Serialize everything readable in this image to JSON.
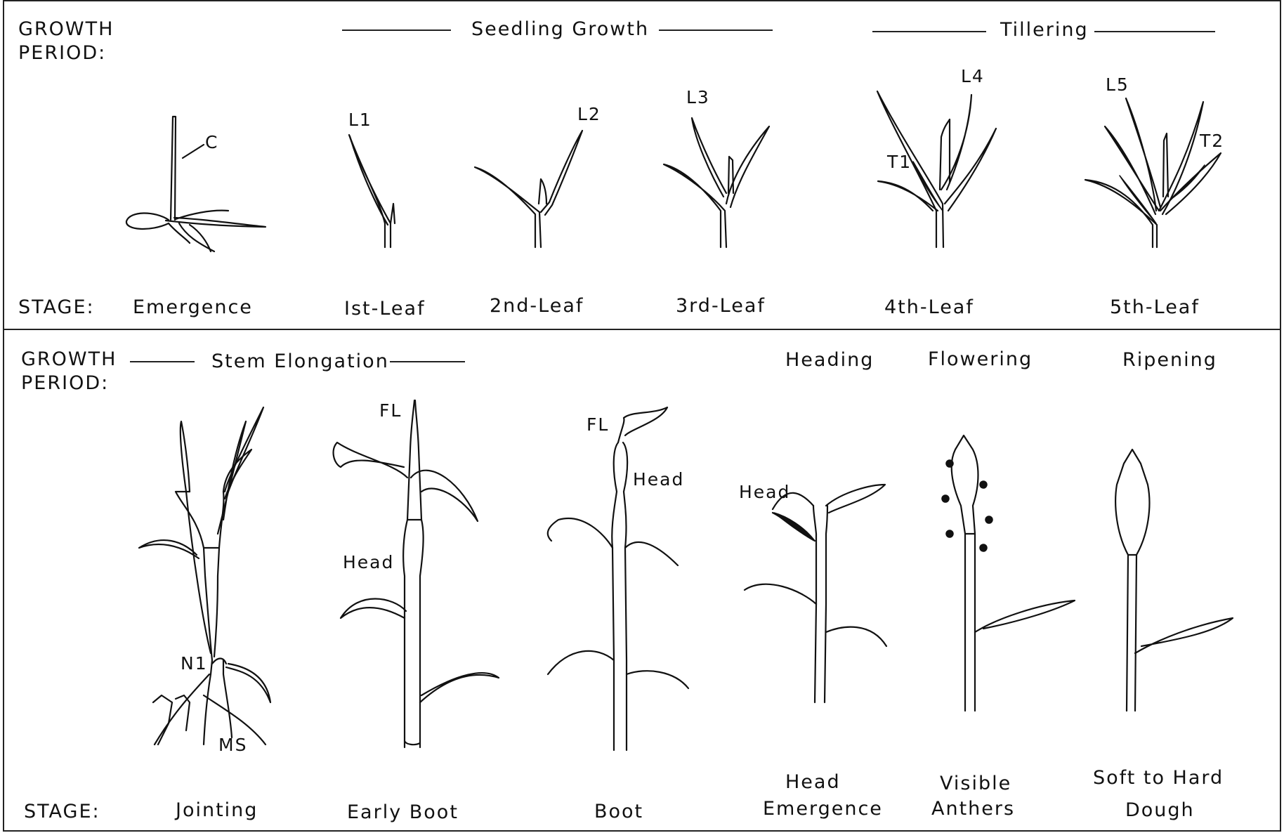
{
  "top_panel": {
    "growth_period_label": [
      "GROWTH",
      "PERIOD:"
    ],
    "periods": [
      "Seedling Growth",
      "Tillering"
    ],
    "stage_label": "STAGE:",
    "stages": [
      "Emergence",
      "Ist-Leaf",
      "2nd-Leaf",
      "3rd-Leaf",
      "4th-Leaf",
      "5th-Leaf"
    ],
    "plant_labels": {
      "c": "C",
      "l1": "L1",
      "l2": "L2",
      "l3": "L3",
      "l4": "L4",
      "l5": "L5",
      "t1": "T1",
      "t2": "T2"
    }
  },
  "bottom_panel": {
    "growth_period_label": [
      "GROWTH",
      "PERIOD:"
    ],
    "periods": [
      "Stem Elongation",
      "Heading",
      "Flowering",
      "Ripening"
    ],
    "stage_label": "STAGE:",
    "stages": [
      "Jointing",
      "Early Boot",
      "Boot",
      "Head Emergence",
      "Visible Anthers",
      "Soft to Hard Dough"
    ],
    "stage_lines": {
      "head_emergence": [
        "Head",
        "Emergence"
      ],
      "visible_anthers": [
        "Visible",
        "Anthers"
      ],
      "soft_to_hard_dough": [
        "Soft to Hard",
        "Dough"
      ]
    },
    "plant_labels": {
      "n1": "N1",
      "ms": "MS",
      "fl_early_boot": "FL",
      "head_early_boot": "Head",
      "fl_boot": "FL",
      "head_boot": "Head",
      "head_emergence": "Head"
    }
  }
}
